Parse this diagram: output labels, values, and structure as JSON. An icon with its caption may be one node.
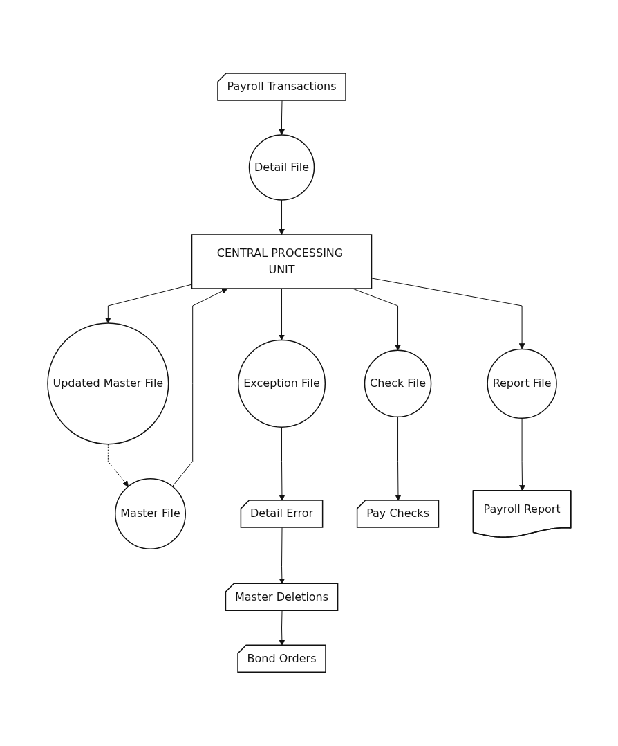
{
  "diagram": {
    "nodes": [
      {
        "text": [
          "Payroll Transactions"
        ]
      },
      {
        "text": [
          "Detail File"
        ]
      },
      {
        "text": [
          "Master File"
        ]
      },
      {
        "text": [
          "CENTRAL PROCESSING UNIT"
        ]
      },
      {
        "text": [
          "Exception File"
        ]
      },
      {
        "text": [
          "Updated Master File"
        ]
      },
      {
        "text": [
          "Detail Error"
        ]
      },
      {
        "text": [
          "Check File"
        ]
      },
      {
        "text": [
          "Report File"
        ]
      },
      {
        "text": [
          "Master Deletions"
        ]
      },
      {
        "text": [
          "Pay Checks"
        ]
      },
      {
        "text": [
          "Payroll Report"
        ]
      },
      {
        "text": [
          "Bond Orders"
        ]
      }
    ],
    "edges": [
      {
        "from": 0,
        "to": 1,
        "arrow": "to"
      },
      {
        "from": 1,
        "to": 3,
        "arrow": "to"
      },
      {
        "from": 2,
        "to": 3,
        "arrow": "to"
      },
      {
        "from": 3,
        "to": 4,
        "arrow": "to"
      },
      {
        "from": 3,
        "to": 5,
        "arrow": "to"
      },
      {
        "from": 5,
        "to": 2,
        "arrow": "to",
        "style": "dashed"
      },
      {
        "from": 3,
        "to": 7,
        "arrow": "to"
      },
      {
        "from": 3,
        "to": 8,
        "arrow": "to"
      },
      {
        "from": 4,
        "to": 6,
        "arrow": "to"
      },
      {
        "from": 7,
        "to": 10,
        "arrow": "to"
      },
      {
        "from": 8,
        "to": 11,
        "arrow": "to"
      },
      {
        "from": 6,
        "to": 9,
        "arrow": "to"
      },
      {
        "from": 9,
        "to": 12,
        "arrow": "to"
      }
    ]
  }
}
